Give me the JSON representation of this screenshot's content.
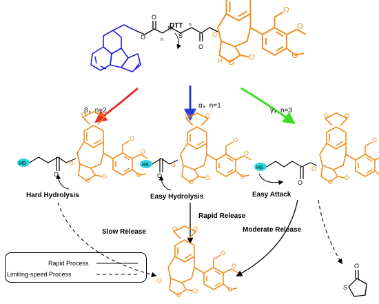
{
  "colors": {
    "orange": "#F28C1A",
    "fmoc_blue": "#1F1FD6",
    "red_arrow": "#E8302A",
    "blue_arrow": "#2B3CD8",
    "green_arrow": "#3DDB2A",
    "hs_fill": "#29D3E0"
  },
  "top_compound": {
    "reagent": "DTT",
    "subscript": "n",
    "atom_s": "S",
    "atom_o": "O",
    "atom_h": "H"
  },
  "branches": [
    {
      "label": "β，n=2",
      "note": "Hard Hydrolysis",
      "release": "Slow Release"
    },
    {
      "label": "α，n=1",
      "note": "Easy Hydrolysis",
      "release": "Rapid Release"
    },
    {
      "label": "γ，n=3",
      "note": "Easy Attack",
      "release": "Moderate Release"
    }
  ],
  "thiol_label": "HS",
  "legend": {
    "items": [
      {
        "label": "Rapid Process",
        "style": "solid"
      },
      {
        "label": "Limiting-speed Process",
        "style": "dashed"
      }
    ]
  },
  "lactone": {
    "atom_s": "S",
    "atom_o": "O"
  }
}
